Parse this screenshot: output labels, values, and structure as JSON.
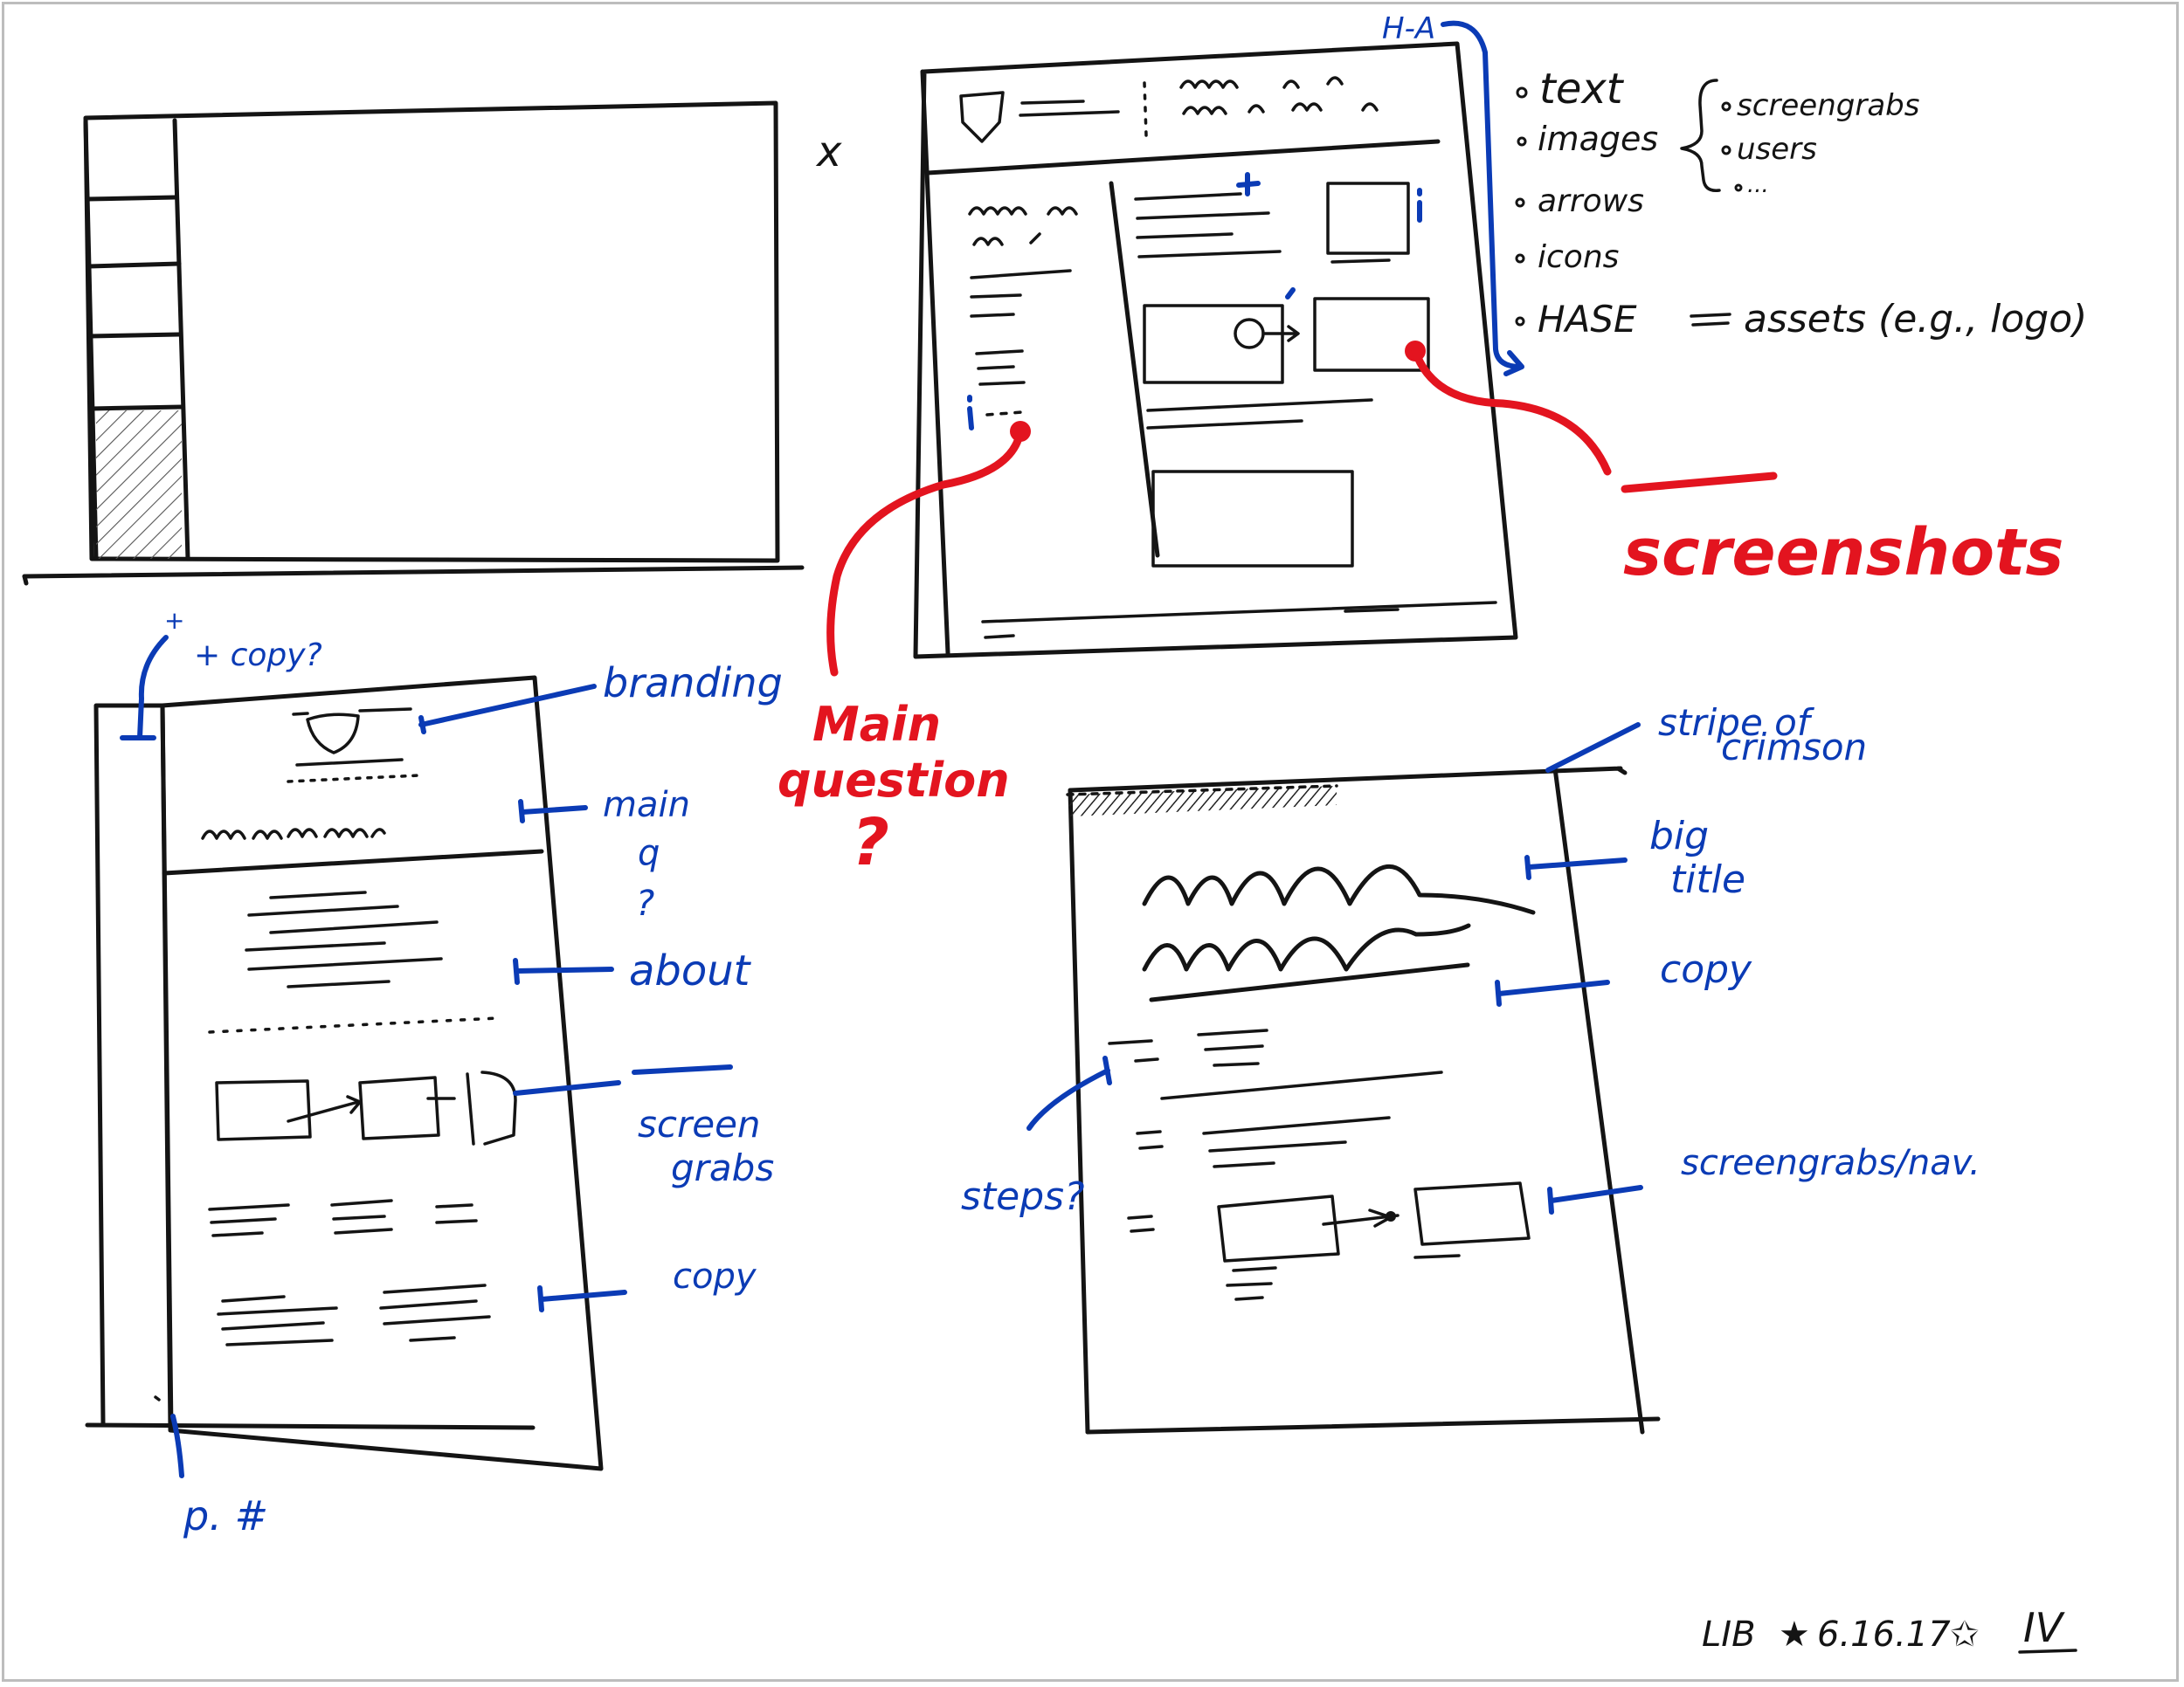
{
  "colors": {
    "ink": "#141414",
    "annotation_blue": "#0b3bb5",
    "annotation_red": "#e3141f",
    "frame": "#bdbdbd"
  },
  "close_mark": "x",
  "top_right_label": "H-A",
  "content_types": {
    "items": [
      "text",
      "images",
      "arrows",
      "icons",
      "HASE"
    ],
    "assets_note": "assets (e.g., logo)",
    "image_subtypes": [
      "screengrabs",
      "users",
      "..."
    ]
  },
  "annotations": {
    "plus_copy": "+ copy?",
    "branding": "branding",
    "main_q": [
      "main",
      "q",
      "?"
    ],
    "about": "about",
    "screen_grabs": [
      "screen",
      "grabs"
    ],
    "copy_left": "copy",
    "page_number": "p. #",
    "main_question": [
      "Main",
      "question",
      "?"
    ],
    "screenshots": "screenshots",
    "stripe_of_crimson": [
      "stripe of",
      "crimson"
    ],
    "big_title": [
      "big",
      "title"
    ],
    "copy_right": "copy",
    "steps": "steps?",
    "screengrabs_nav": "screengrabs/nav."
  },
  "signature": {
    "initials": "LIB",
    "date": "6.16.17",
    "page": "IV"
  }
}
